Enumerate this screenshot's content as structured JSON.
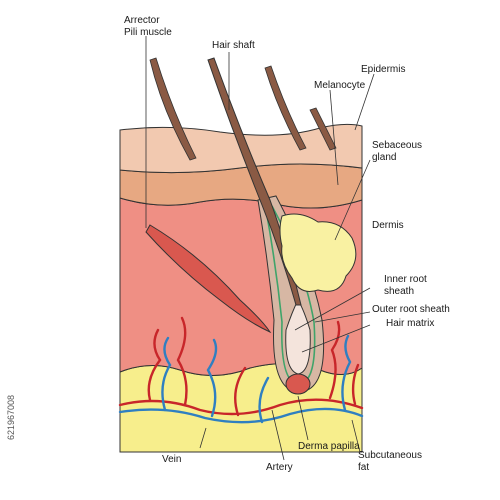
{
  "labels": {
    "arrector_line1": "Arrector",
    "arrector_line2": "Pili muscle",
    "hair_shaft": "Hair shaft",
    "epidermis": "Epidermis",
    "melanocyte": "Melanocyte",
    "sebaceous_line1": "Sebaceous",
    "sebaceous_line2": "gland",
    "dermis": "Dermis",
    "inner_root_line1": "Inner root",
    "inner_root_line2": "sheath",
    "outer_root": "Outer root sheath",
    "hair_matrix": "Hair matrix",
    "derma_papilla": "Derma papilla",
    "subcutaneous_line1": "Subcutaneous",
    "subcutaneous_line2": "fat",
    "vein": "Vein",
    "artery": "Artery"
  },
  "side_id": "621967008",
  "colors": {
    "epidermis_top": "#f2c9b0",
    "epidermis_lower": "#e7a882",
    "dermis": "#ef8f84",
    "subcutaneous": "#f7ee8c",
    "hair": "#8a5a44",
    "muscle": "#d9584f",
    "gland": "#f9f1a2",
    "artery": "#c8262a",
    "vein": "#2f7fc1",
    "sheath_green": "#3fa46a"
  }
}
